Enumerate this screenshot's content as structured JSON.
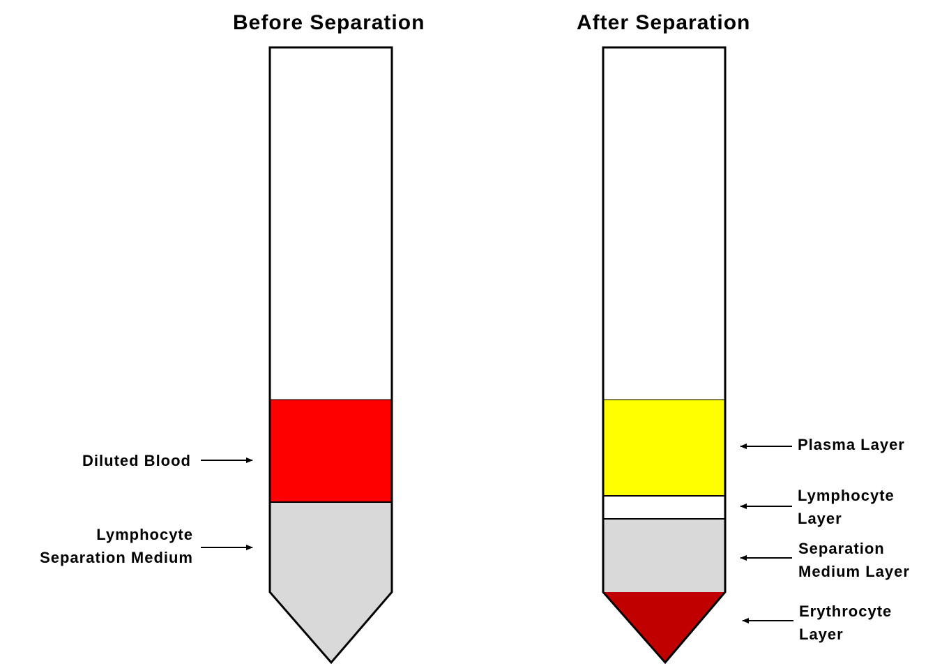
{
  "titles": {
    "before": "Before Separation",
    "after": "After Separation"
  },
  "labels": {
    "diluted_blood": "Diluted Blood",
    "lsm_line1": "Lymphocyte",
    "lsm_line2": "Separation Medium",
    "plasma": "Plasma Layer",
    "lymph_line1": "Lymphocyte",
    "lymph_line2": "Layer",
    "sepmed_line1": "Separation",
    "sepmed_line2": "Medium Layer",
    "eryth_line1": "Erythrocyte",
    "eryth_line2": "Layer"
  },
  "colors": {
    "diluted_blood": "#ff0000",
    "separation_medium": "#d9d9d9",
    "plasma": "#ffff00",
    "lymphocyte_layer": "#ffffff",
    "erythrocyte": "#c00000",
    "outline": "#000000"
  }
}
